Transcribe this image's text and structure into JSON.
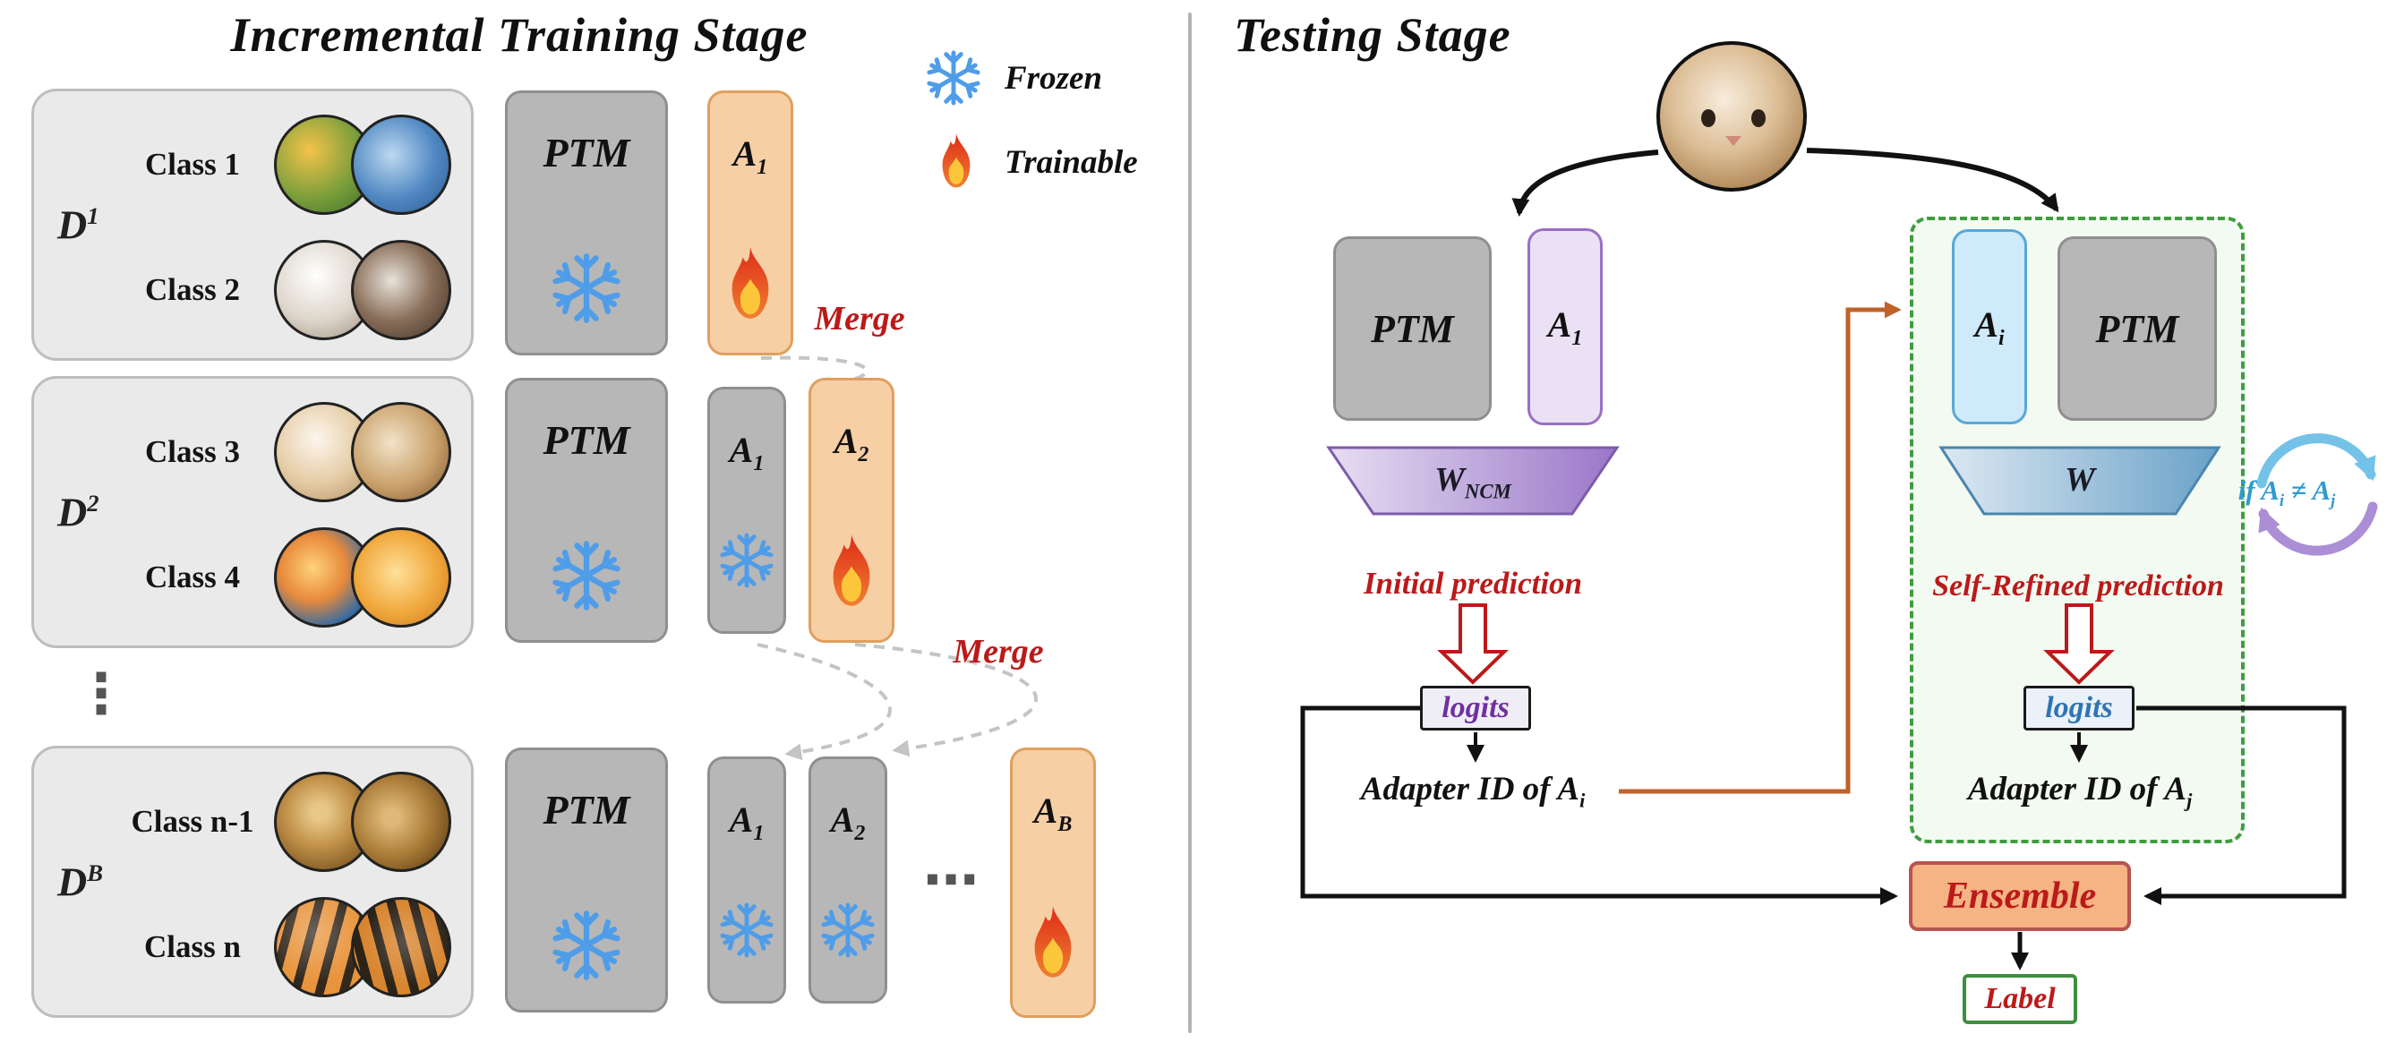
{
  "figure": {
    "left_title": "Incremental Training Stage",
    "right_title": "Testing Stage"
  },
  "legend": {
    "frozen": "Frozen",
    "trainable": "Trainable"
  },
  "training": {
    "merge_label_1": "Merge",
    "merge_label_2": "Merge",
    "vertical_dots": "⋮",
    "horizontal_dots": "⋯",
    "rows": [
      {
        "dataset": {
          "base": "D",
          "sup": "1"
        },
        "classes": [
          {
            "label": "Class 1",
            "photos": [
              "bird-1",
              "bird-2"
            ]
          },
          {
            "label": "Class 2",
            "photos": [
              "cat-1",
              "cat-2"
            ]
          }
        ],
        "ptm_label": "PTM",
        "adapters": [
          {
            "base": "A",
            "sub": "1",
            "state": "trainable"
          }
        ]
      },
      {
        "dataset": {
          "base": "D",
          "sup": "2"
        },
        "classes": [
          {
            "label": "Class 3",
            "photos": [
              "dog-1",
              "dog-2"
            ]
          },
          {
            "label": "Class 4",
            "photos": [
              "fish-1",
              "fish-2"
            ]
          }
        ],
        "ptm_label": "PTM",
        "adapters": [
          {
            "base": "A",
            "sub": "1",
            "state": "frozen"
          },
          {
            "base": "A",
            "sub": "2",
            "state": "trainable"
          }
        ]
      },
      {
        "dataset": {
          "base": "D",
          "sup": "B"
        },
        "classes": [
          {
            "label": "Class n-1",
            "photos": [
              "lion-1",
              "lion-2"
            ]
          },
          {
            "label": "Class n",
            "photos": [
              "tiger-1",
              "tiger-2"
            ]
          }
        ],
        "ptm_label": "PTM",
        "adapters": [
          {
            "base": "A",
            "sub": "1",
            "state": "frozen"
          },
          {
            "base": "A",
            "sub": "2",
            "state": "frozen"
          },
          {
            "base": "A",
            "sub": "B",
            "state": "trainable"
          }
        ]
      }
    ]
  },
  "testing": {
    "initial_branch": {
      "ptm_label": "PTM",
      "adapter": {
        "base": "A",
        "sub": "1"
      },
      "classifier": {
        "base": "W",
        "sub": "NCM"
      },
      "prediction_label": "Initial prediction",
      "logits_label": "logits",
      "adapter_id": {
        "prefix": "Adapter ID of ",
        "base": "A",
        "sub": "i"
      }
    },
    "refined_branch": {
      "ptm_label": "PTM",
      "adapter": {
        "base": "A",
        "sub": "i"
      },
      "classifier": {
        "base": "W",
        "sub": ""
      },
      "prediction_label": "Self-Refined prediction",
      "logits_label": "logits",
      "adapter_id": {
        "prefix": "Adapter ID of ",
        "base": "A",
        "sub": "j"
      }
    },
    "loop_condition": {
      "prefix": "if ",
      "base_i": "A",
      "sub_i": "i",
      "neq": " ≠ ",
      "base_j": "A",
      "sub_j": "j"
    },
    "ensemble_label": "Ensemble",
    "final_label": "Label"
  },
  "colors": {
    "frozen_blue": "#4f9de8",
    "trainable_flame": "#de2c18",
    "merge_red": "#bb1a1a",
    "prediction_red": "#bb1a1a",
    "orange_connector": "#c0622a",
    "green_dashed": "#3f9d3f",
    "logits_purple": "#7030a0",
    "logits_blue": "#2e74b5",
    "adapter_trainable_fill": "#f7cfa5",
    "adapter_purple_border": "#9a6fc6",
    "adapter_blue_border": "#58a8d8",
    "ensemble_fill": "#f6b383",
    "ptm_gray": "#b7b7b7"
  }
}
